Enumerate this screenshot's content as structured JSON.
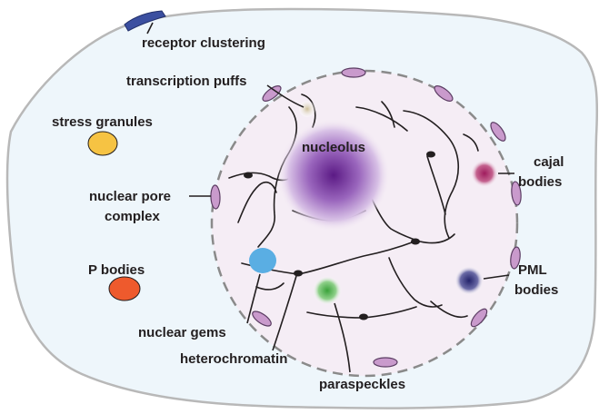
{
  "labels": {
    "receptor_clustering": "receptor clustering",
    "transcription_puffs": "transcription puffs",
    "stress_granules": "stress granules",
    "nucleolus": "nucleolus",
    "nuclear_pore_line1": "nuclear pore",
    "nuclear_pore_line2": "complex",
    "p_bodies": "P bodies",
    "cajal_line1": "cajal",
    "cajal_line2": "bodies",
    "pml_line1": "PML",
    "pml_line2": "bodies",
    "nuclear_gems": "nuclear gems",
    "heterochromatin": "heterochromatin",
    "paraspeckles": "paraspeckles"
  },
  "colors": {
    "cell_fill": "#eef6fb",
    "cell_stroke": "#b8b8b8",
    "nucleus_fill": "#f5edf5",
    "nucleus_stroke": "#8a8a8a",
    "pore": "#c99acc",
    "receptor": "#3b4fa0",
    "stress_granules": "#f6c343",
    "p_bodies": "#ee5a2d",
    "nucleolus": "#6a2c91",
    "cajal": "#b0246a",
    "pml": "#2f2f78",
    "gems": "#5aaee3",
    "paraspeckles": "#55b34d",
    "puffs": "#d8cfb2",
    "text": "#231f20"
  }
}
